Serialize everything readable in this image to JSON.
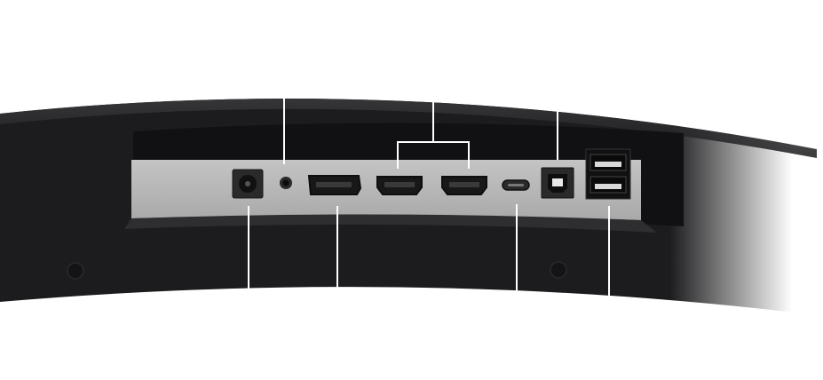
{
  "product_view": "monitor-rear-io-panel",
  "colors": {
    "housing": "#1c1c1e",
    "housing_edge": "#2c2c2e",
    "io_plate": "#b9b9b9",
    "port_dark": "#151515",
    "callout_line": "#ffffff"
  },
  "ports": [
    {
      "id": "dc-power",
      "icon": "dc-power-jack-icon"
    },
    {
      "id": "audio-out",
      "icon": "audio-jack-icon"
    },
    {
      "id": "displayport",
      "icon": "displayport-icon"
    },
    {
      "id": "hdmi-1",
      "icon": "hdmi-icon"
    },
    {
      "id": "hdmi-2",
      "icon": "hdmi-icon"
    },
    {
      "id": "usb-c",
      "icon": "usb-c-icon"
    },
    {
      "id": "usb-b-upstream",
      "icon": "usb-b-icon"
    },
    {
      "id": "usb-a-downstream",
      "icon": "usb-a-stack-icon"
    }
  ]
}
